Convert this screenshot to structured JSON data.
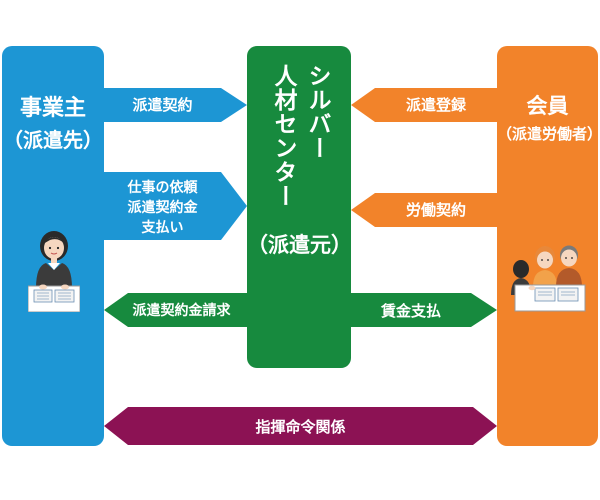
{
  "columns": {
    "left": {
      "name": "事業主",
      "sub": "（派遣先）",
      "color": "#1d96d4"
    },
    "middle": {
      "line1": "シルバー",
      "line2": "人材センター",
      "sub": "（派遣元）",
      "color": "#178a3e"
    },
    "right": {
      "name": "会員",
      "sub": "（派遣労働者）",
      "color": "#f2832a"
    }
  },
  "arrows": {
    "left_to_mid_contract": {
      "label": "派遣契約",
      "color": "#1d96d4",
      "direction": "right"
    },
    "left_to_mid_request": {
      "lines": [
        "仕事の依頼",
        "派遣契約金",
        "支払い"
      ],
      "color": "#1d96d4",
      "direction": "right"
    },
    "mid_to_left_billing": {
      "label": "派遣契約金請求",
      "color": "#178a3e",
      "direction": "left"
    },
    "right_to_mid_register": {
      "label": "派遣登録",
      "color": "#f2832a",
      "direction": "left"
    },
    "right_to_mid_labor": {
      "label": "労働契約",
      "color": "#f2832a",
      "direction": "left"
    },
    "mid_to_right_wage": {
      "label": "賃金支払",
      "color": "#178a3e",
      "direction": "right"
    },
    "command": {
      "label": "指揮命令関係",
      "color": "#8c1254",
      "direction": "both"
    }
  },
  "icons": {
    "left": "office-worker-at-desk-icon",
    "right": "consultation-group-icon"
  }
}
